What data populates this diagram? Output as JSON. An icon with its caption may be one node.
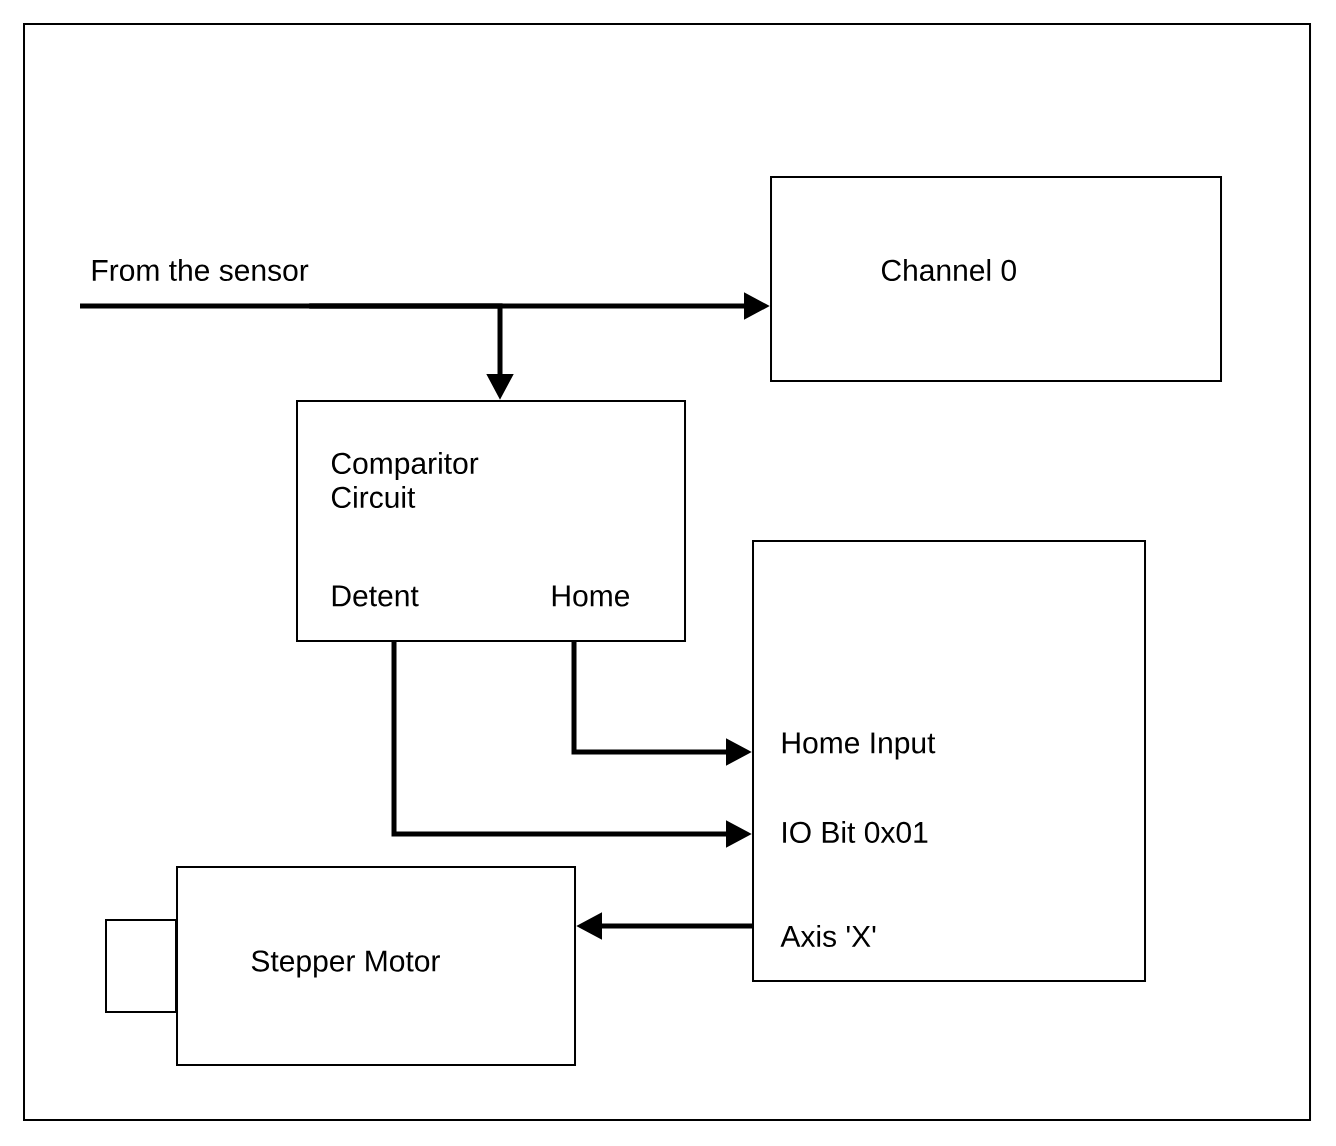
{
  "diagram": {
    "nodes": [
      {
        "text": [
          "From the sensor"
        ]
      },
      {
        "text": [
          "Channel 0"
        ]
      },
      {
        "text": [
          "Comparitor Circuit",
          "Detent",
          "Home"
        ]
      },
      {
        "text": [
          "Home Input",
          "IO Bit 0x01",
          "Axis  'X'"
        ]
      },
      {
        "text": [
          "Stepper Motor"
        ]
      }
    ],
    "edges": [
      {
        "from": 0,
        "to": 1,
        "arrow": "to"
      },
      {
        "from": 0,
        "to": 2,
        "arrow": "to"
      },
      {
        "from": 2,
        "to": 3,
        "arrow": "to"
      },
      {
        "from": 2,
        "to": 3,
        "arrow": "to"
      },
      {
        "from": 3,
        "to": 4,
        "arrow": "to"
      }
    ]
  }
}
